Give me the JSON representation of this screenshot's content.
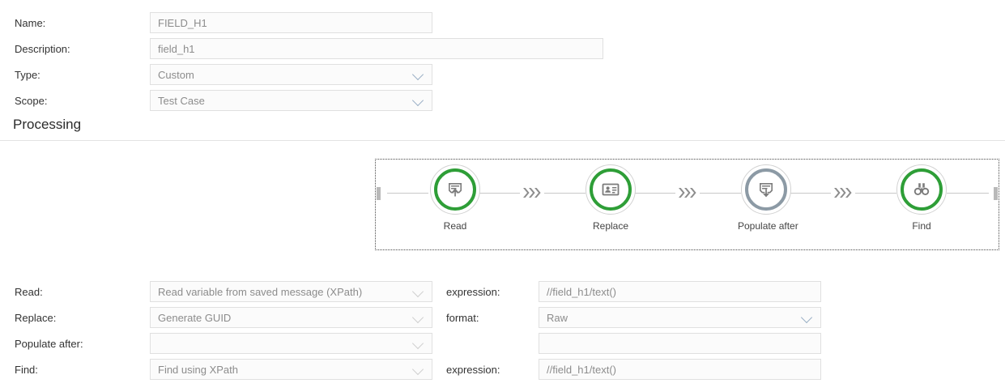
{
  "top_form": {
    "fields": [
      {
        "label": "Name:",
        "value": "FIELD_H1",
        "control": "text",
        "enabled": true
      },
      {
        "label": "Description:",
        "value": "field_h1",
        "control": "text",
        "enabled": true
      },
      {
        "label": "Type:",
        "value": "Custom",
        "control": "select",
        "enabled": true
      },
      {
        "label": "Scope:",
        "value": "Test Case",
        "control": "select",
        "enabled": true
      }
    ]
  },
  "section": {
    "title": "Processing"
  },
  "flow": {
    "nodes": [
      {
        "label": "Read",
        "icon": "tray-up-icon",
        "state": "active"
      },
      {
        "label": "Replace",
        "icon": "id-card-icon",
        "state": "active"
      },
      {
        "label": "Populate after",
        "icon": "tray-down-icon",
        "state": "inactive"
      },
      {
        "label": "Find",
        "icon": "binoculars-icon",
        "state": "active"
      }
    ],
    "separator_icon": "triple-chevron-right-icon",
    "handle_icon": "drag-handle-icon"
  },
  "processing_form": {
    "rows": [
      {
        "label": "Read:",
        "select_value": "Read variable from saved message (XPath)",
        "select_enabled": false,
        "sub_label": "expression:",
        "sub_control": "text",
        "sub_value": "//field_h1/text()",
        "sub_enabled": false
      },
      {
        "label": "Replace:",
        "select_value": "Generate GUID",
        "select_enabled": false,
        "sub_label": "format:",
        "sub_control": "select",
        "sub_value": "Raw",
        "sub_enabled": true
      },
      {
        "label": "Populate after:",
        "select_value": "",
        "select_enabled": false,
        "sub_label": "",
        "sub_control": "text",
        "sub_value": "",
        "sub_enabled": false
      },
      {
        "label": "Find:",
        "select_value": "Find using XPath",
        "select_enabled": false,
        "sub_label": "expression:",
        "sub_control": "text",
        "sub_value": "//field_h1/text()",
        "sub_enabled": false
      }
    ]
  },
  "colors": {
    "active_ring": "#2e9e37",
    "inactive_ring": "#8c9aa5",
    "chevron_enabled": "#9bb0c6",
    "chevron_disabled": "#cfcfcf",
    "field_border": "#e0e0e0",
    "field_bg": "#fbfbfb"
  }
}
